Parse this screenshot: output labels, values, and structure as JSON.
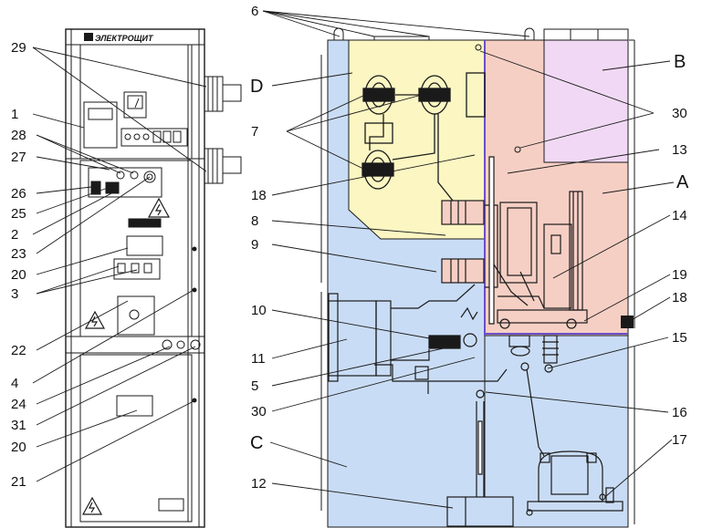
{
  "brand": {
    "logo_text": "ЭЛЕКТРОЩИТ"
  },
  "colors": {
    "zone_a": "#f6cfc4",
    "zone_b": "#f1d9f5",
    "zone_c": "#c9dcf5",
    "zone_d": "#fbf6c2",
    "line": "#1a1a1a"
  },
  "zones": {
    "a": "A",
    "b": "B",
    "c": "C",
    "d": "D"
  },
  "labels_left": {
    "l29": "29",
    "l1": "1",
    "l28": "28",
    "l27": "27",
    "l26": "26",
    "l25": "25",
    "l2": "2",
    "l23": "23",
    "l20a": "20",
    "l3": "3",
    "l22": "22",
    "l4": "4",
    "l24": "24",
    "l31": "31",
    "l20b": "20",
    "l21": "21"
  },
  "labels_mid": {
    "l6": "6",
    "l7": "7",
    "l18a": "18",
    "l8": "8",
    "l9": "9",
    "l10": "10",
    "l11": "11",
    "l5": "5",
    "l30b": "30",
    "l12": "12"
  },
  "labels_right": {
    "l30a": "30",
    "l13": "13",
    "l14": "14",
    "l19": "19",
    "l18b": "18",
    "l15": "15",
    "l16": "16",
    "l17": "17"
  }
}
